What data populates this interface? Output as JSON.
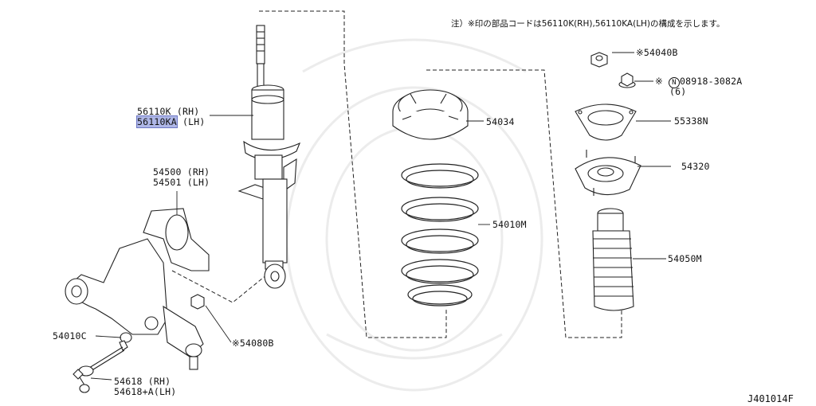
{
  "note": "注）※印の部品コードは56110K(RH),56110KA(LH)の構成を示します。",
  "drawing_code": "J401014F",
  "colors": {
    "line": "#222222",
    "highlight": "#aeb6e6",
    "watermark": "#ececec"
  },
  "labels": {
    "strut_rh": "56110K (RH)",
    "strut_lh_part": "56110KA",
    "strut_lh_side": "(LH)",
    "knuckle_rh": "54500 (RH)",
    "knuckle_lh": "54501 (LH)",
    "bushing": "54010C",
    "stab_link_rh": "54618 (RH)",
    "stab_link_lh": "54618+A(LH)",
    "bolt": "※54080B",
    "spring_seat": "54034",
    "coil_spring": "54010M",
    "mount_nut": "※54040B",
    "flange_nut_prefix": "※",
    "flange_nut_circle": "N",
    "flange_nut": "08918-3082A",
    "flange_nut_qty": "(6)",
    "insulator": "55338N",
    "mount": "54320",
    "bumper_boot": "54050M"
  }
}
